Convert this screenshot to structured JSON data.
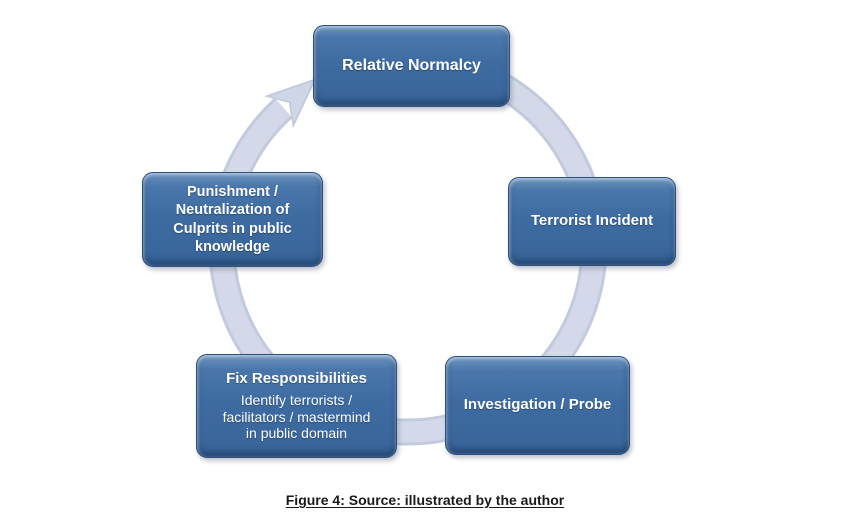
{
  "figure": {
    "caption": "Figure 4: Source: illustrated by the author"
  },
  "diagram": {
    "type": "cycle",
    "flow_direction": "clockwise",
    "nodes": [
      {
        "id": "relative-normalcy",
        "label": "Relative Normalcy"
      },
      {
        "id": "terrorist-incident",
        "label": "Terrorist Incident"
      },
      {
        "id": "investigation-probe",
        "label": "Investigation / Probe"
      },
      {
        "id": "fix-responsibilities",
        "label": "Fix Responsibilities",
        "sublabel": "Identify terrorists /\nfacilitators / mastermind\nin public domain"
      },
      {
        "id": "punishment-neutralization",
        "label": "Punishment /\nNeutralization of\nCulprits in public\nknowledge"
      }
    ],
    "colors": {
      "node_fill": "#3e6ca2",
      "node_border": "#2c5080",
      "node_text": "#ffffff",
      "arrow_ring": "#cdd4e4",
      "caption_text": "#1a1a1a"
    }
  }
}
